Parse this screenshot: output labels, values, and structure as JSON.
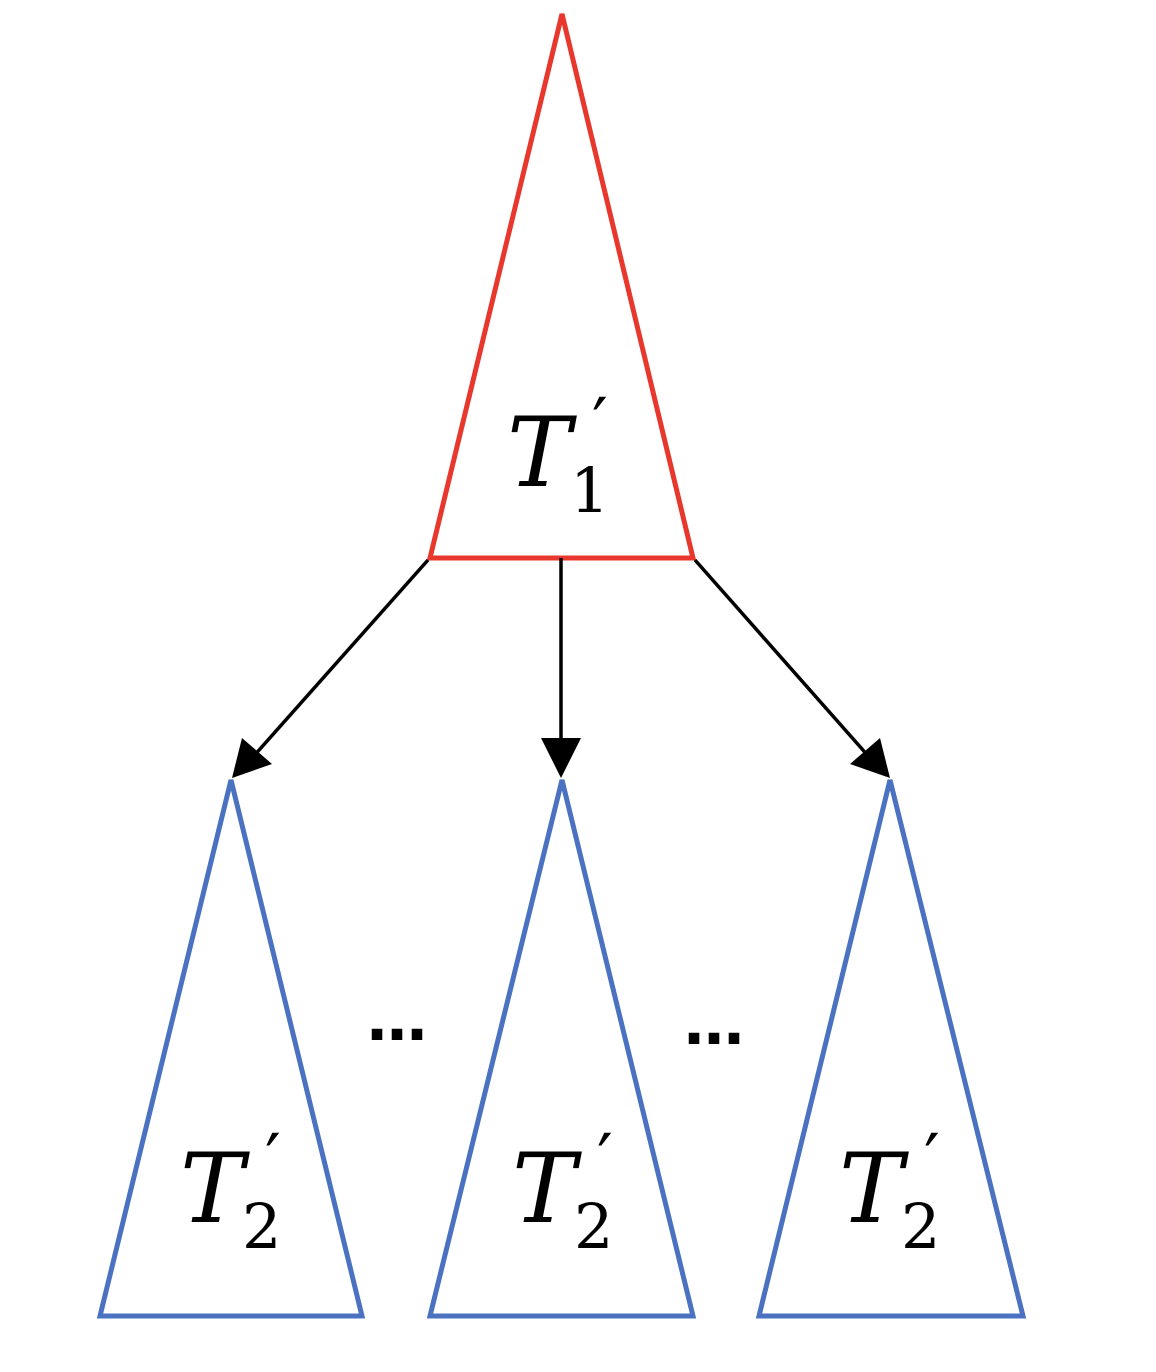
{
  "colors": {
    "root_stroke": "#e8372c",
    "child_stroke": "#4a72c0",
    "arrow": "#000000",
    "background": "#ffffff"
  },
  "root": {
    "label_main": "T",
    "label_sub": "1",
    "label_prime": "′"
  },
  "children": [
    {
      "label_main": "T",
      "label_sub": "2",
      "label_prime": "′"
    },
    {
      "label_main": "T",
      "label_sub": "2",
      "label_prime": "′"
    },
    {
      "label_main": "T",
      "label_sub": "2",
      "label_prime": "′"
    }
  ],
  "ellipses": [
    "…",
    "…"
  ]
}
